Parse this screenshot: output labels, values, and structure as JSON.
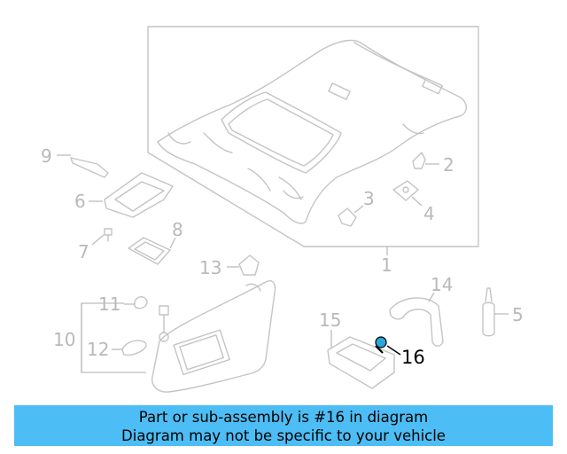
{
  "diagram": {
    "callouts": {
      "c1": "1",
      "c2": "2",
      "c3": "3",
      "c4": "4",
      "c5": "5",
      "c6": "6",
      "c7": "7",
      "c8": "8",
      "c9": "9",
      "c10": "10",
      "c11": "11",
      "c12": "12",
      "c13": "13",
      "c14": "14",
      "c15": "15",
      "c16": "16"
    },
    "highlight_color": "#2aa6d8"
  },
  "banner": {
    "line1": "Part or sub-assembly is #16 in diagram",
    "line2": "Diagram may not be specific to your vehicle",
    "background": "#4dbdf5"
  }
}
